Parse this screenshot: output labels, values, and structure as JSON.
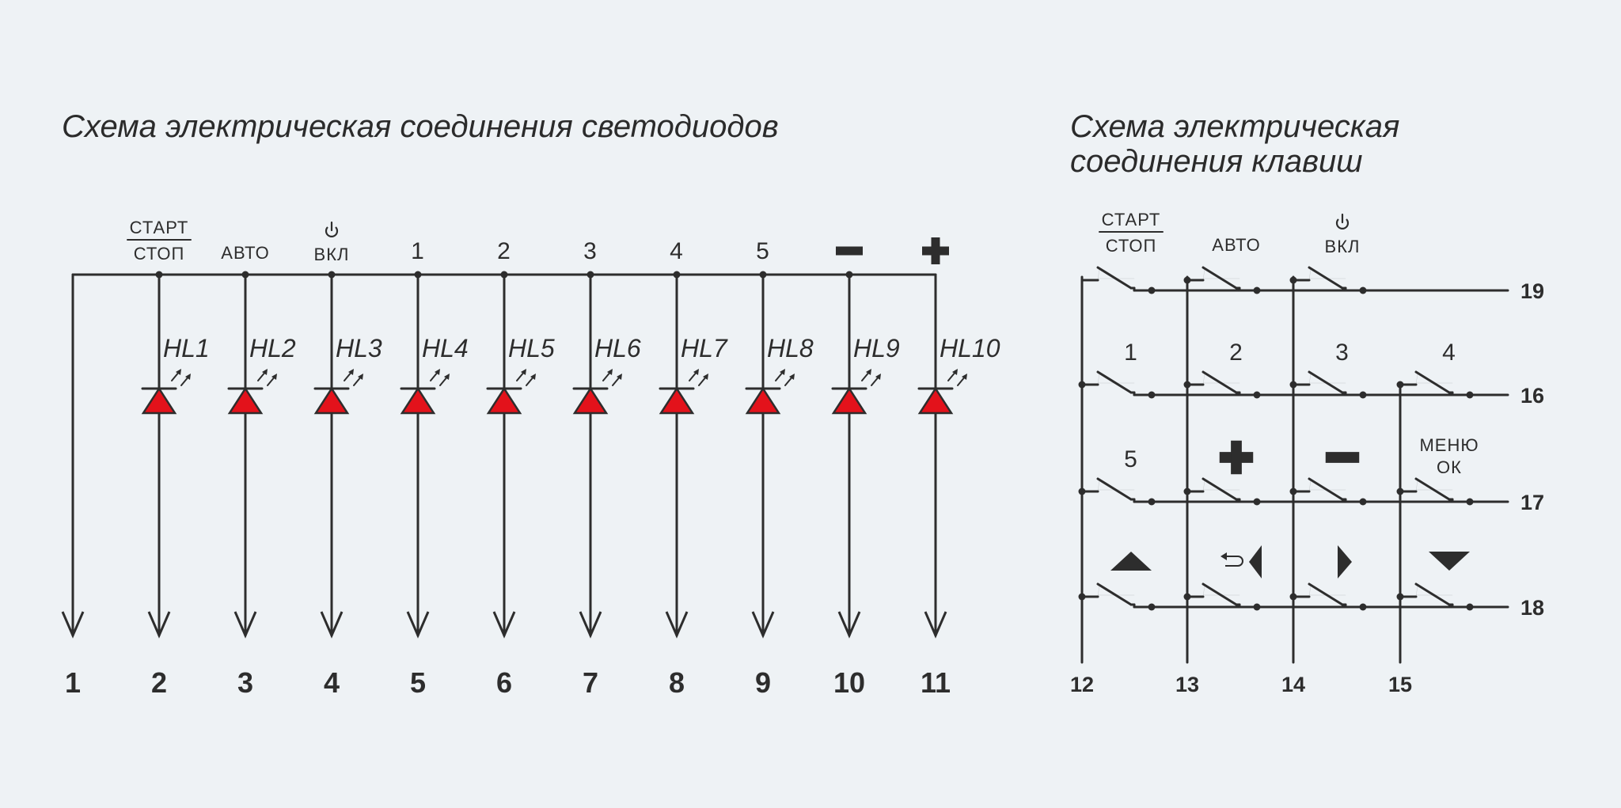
{
  "titles": {
    "leds": "Схема электрическая соединения светодиодов",
    "keys_line1": "Схема электрическая",
    "keys_line2": "соединения клавиш"
  },
  "led_diagram": {
    "top_labels": [
      {
        "kind": "fraction",
        "top": "СТАРТ",
        "bottom": "СТОП"
      },
      {
        "kind": "text",
        "text": "АВТО"
      },
      {
        "kind": "power",
        "icon": "power-icon",
        "text": "ВКЛ"
      },
      {
        "kind": "text",
        "text": "1"
      },
      {
        "kind": "text",
        "text": "2"
      },
      {
        "kind": "text",
        "text": "3"
      },
      {
        "kind": "text",
        "text": "4"
      },
      {
        "kind": "text",
        "text": "5"
      },
      {
        "kind": "icon",
        "icon": "minus-icon"
      },
      {
        "kind": "icon",
        "icon": "plus-icon"
      }
    ],
    "led_labels": [
      "HL1",
      "HL2",
      "HL3",
      "HL4",
      "HL5",
      "HL6",
      "HL7",
      "HL8",
      "HL9",
      "HL10"
    ],
    "pins": [
      "1",
      "2",
      "3",
      "4",
      "5",
      "6",
      "7",
      "8",
      "9",
      "10",
      "11"
    ],
    "led_color": "#e3121b"
  },
  "key_diagram": {
    "rows": [
      {
        "pin": "19",
        "keys": [
          {
            "kind": "fraction",
            "top": "СТАРТ",
            "bottom": "СТОП"
          },
          {
            "kind": "text",
            "text": "АВТО"
          },
          {
            "kind": "power",
            "icon": "power-icon",
            "text": "ВКЛ"
          }
        ]
      },
      {
        "pin": "16",
        "keys": [
          {
            "kind": "big",
            "text": "1"
          },
          {
            "kind": "big",
            "text": "2"
          },
          {
            "kind": "big",
            "text": "3"
          },
          {
            "kind": "big",
            "text": "4"
          }
        ]
      },
      {
        "pin": "17",
        "keys": [
          {
            "kind": "big",
            "text": "5"
          },
          {
            "kind": "icon",
            "icon": "plus-icon"
          },
          {
            "kind": "icon",
            "icon": "minus-icon"
          },
          {
            "kind": "two-line",
            "top": "МЕНЮ",
            "bottom": "ОК"
          }
        ]
      },
      {
        "pin": "18",
        "keys": [
          {
            "kind": "icon",
            "icon": "arrow-up-icon"
          },
          {
            "kind": "icon",
            "icon": "back-left-icon"
          },
          {
            "kind": "icon",
            "icon": "arrow-right-icon"
          },
          {
            "kind": "icon",
            "icon": "arrow-down-icon"
          }
        ]
      }
    ],
    "column_pins": [
      "12",
      "13",
      "14",
      "15"
    ]
  }
}
